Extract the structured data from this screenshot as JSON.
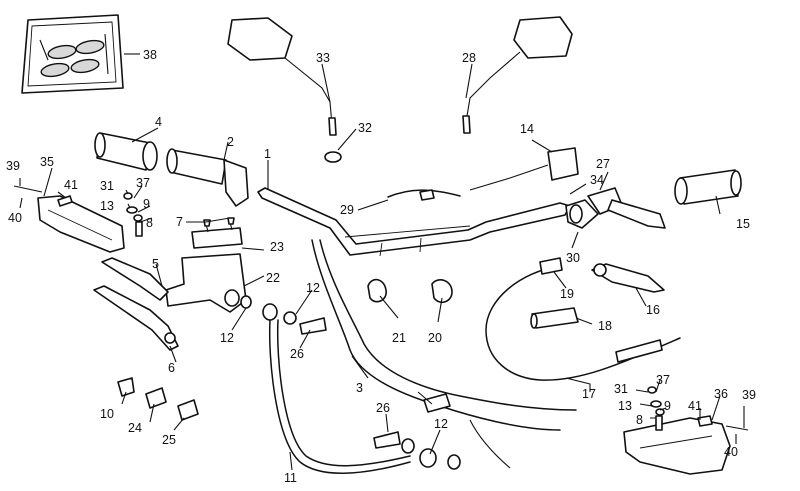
{
  "callouts": [
    {
      "id": "1",
      "text": "1"
    },
    {
      "id": "2",
      "text": "2"
    },
    {
      "id": "3",
      "text": "3"
    },
    {
      "id": "4",
      "text": "4"
    },
    {
      "id": "5",
      "text": "5"
    },
    {
      "id": "6",
      "text": "6"
    },
    {
      "id": "7",
      "text": "7"
    },
    {
      "id": "8a",
      "text": "8"
    },
    {
      "id": "8b",
      "text": "8"
    },
    {
      "id": "9a",
      "text": "9"
    },
    {
      "id": "9b",
      "text": "9"
    },
    {
      "id": "10",
      "text": "10"
    },
    {
      "id": "11",
      "text": "11"
    },
    {
      "id": "12a",
      "text": "12"
    },
    {
      "id": "12b",
      "text": "12"
    },
    {
      "id": "12c",
      "text": "12"
    },
    {
      "id": "13a",
      "text": "13"
    },
    {
      "id": "13b",
      "text": "13"
    },
    {
      "id": "14",
      "text": "14"
    },
    {
      "id": "15",
      "text": "15"
    },
    {
      "id": "16",
      "text": "16"
    },
    {
      "id": "17",
      "text": "17"
    },
    {
      "id": "18",
      "text": "18"
    },
    {
      "id": "19",
      "text": "19"
    },
    {
      "id": "20",
      "text": "20"
    },
    {
      "id": "21",
      "text": "21"
    },
    {
      "id": "22",
      "text": "22"
    },
    {
      "id": "23",
      "text": "23"
    },
    {
      "id": "24",
      "text": "24"
    },
    {
      "id": "25",
      "text": "25"
    },
    {
      "id": "26a",
      "text": "26"
    },
    {
      "id": "26b",
      "text": "26"
    },
    {
      "id": "27",
      "text": "27"
    },
    {
      "id": "28",
      "text": "28"
    },
    {
      "id": "29",
      "text": "29"
    },
    {
      "id": "30",
      "text": "30"
    },
    {
      "id": "31a",
      "text": "31"
    },
    {
      "id": "31b",
      "text": "31"
    },
    {
      "id": "32",
      "text": "32"
    },
    {
      "id": "33",
      "text": "33"
    },
    {
      "id": "34",
      "text": "34"
    },
    {
      "id": "35",
      "text": "35"
    },
    {
      "id": "36",
      "text": "36"
    },
    {
      "id": "37a",
      "text": "37"
    },
    {
      "id": "37b",
      "text": "37"
    },
    {
      "id": "38",
      "text": "38"
    },
    {
      "id": "39a",
      "text": "39"
    },
    {
      "id": "39b",
      "text": "39"
    },
    {
      "id": "40a",
      "text": "40"
    },
    {
      "id": "40b",
      "text": "40"
    },
    {
      "id": "41a",
      "text": "41"
    },
    {
      "id": "41b",
      "text": "41"
    }
  ]
}
